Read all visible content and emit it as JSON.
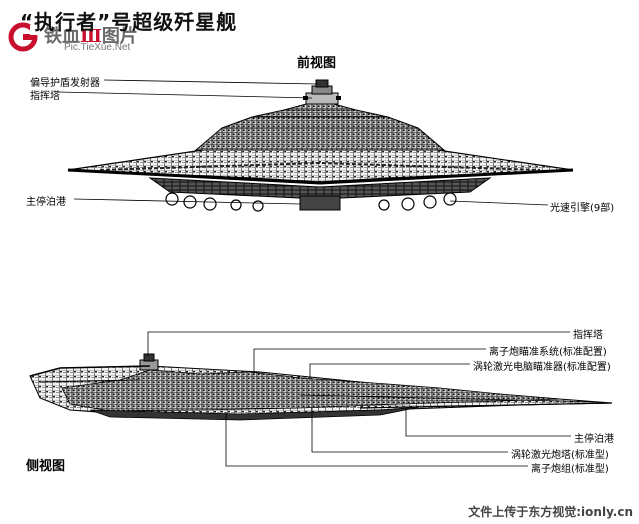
{
  "title": "“执行者”号超级歼星舰",
  "watermark": {
    "brand_pre": "铁血",
    "brand_mid": "Ⅲ",
    "brand_post": "图片",
    "domain": "Pic.TieXue.Net",
    "accent_color": "#c8102e"
  },
  "front_view": {
    "title": "前视图",
    "labels": {
      "deflector": "偏导护盾发射器",
      "bridge": "指挥塔",
      "hangar": "主停泊港",
      "engines": "光速引擎(9部)"
    }
  },
  "side_view": {
    "title": "侧视图",
    "labels": {
      "bridge": "指挥塔",
      "ion_targeting": "离子炮瞄准系统(标准配置)",
      "turbolaser_targeting": "涡轮激光电脑瞄准器(标准配置)",
      "hangar": "主停泊港",
      "turbolaser_turret": "涡轮激光炮塔(标准型)",
      "ion_battery": "离子炮组(标准型)"
    }
  },
  "footer": "文件上传于东方视觉:ionly.cn"
}
